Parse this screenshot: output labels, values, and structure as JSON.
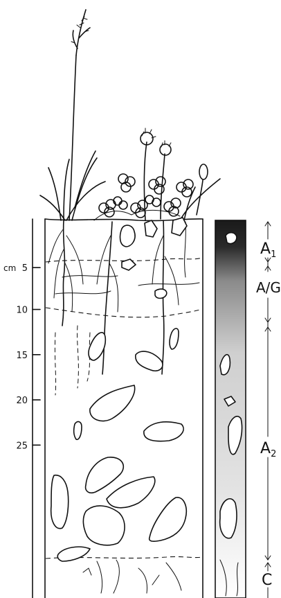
{
  "depth_scale": {
    "unit": "cm",
    "ticks": [
      {
        "depth": 5,
        "label": "5"
      },
      {
        "depth": 10,
        "label": "10"
      },
      {
        "depth": 15,
        "label": "15"
      },
      {
        "depth": 20,
        "label": "20"
      },
      {
        "depth": 25,
        "label": "25"
      }
    ]
  },
  "horizons": [
    {
      "name": "A1",
      "text": "A",
      "sub": "1"
    },
    {
      "name": "A/G",
      "text": "A/G",
      "sub": ""
    },
    {
      "name": "A2",
      "text": "A",
      "sub": "2"
    },
    {
      "name": "C",
      "text": "C",
      "sub": ""
    }
  ],
  "colors": {
    "ink": "#111111",
    "paper": "#ffffff"
  }
}
